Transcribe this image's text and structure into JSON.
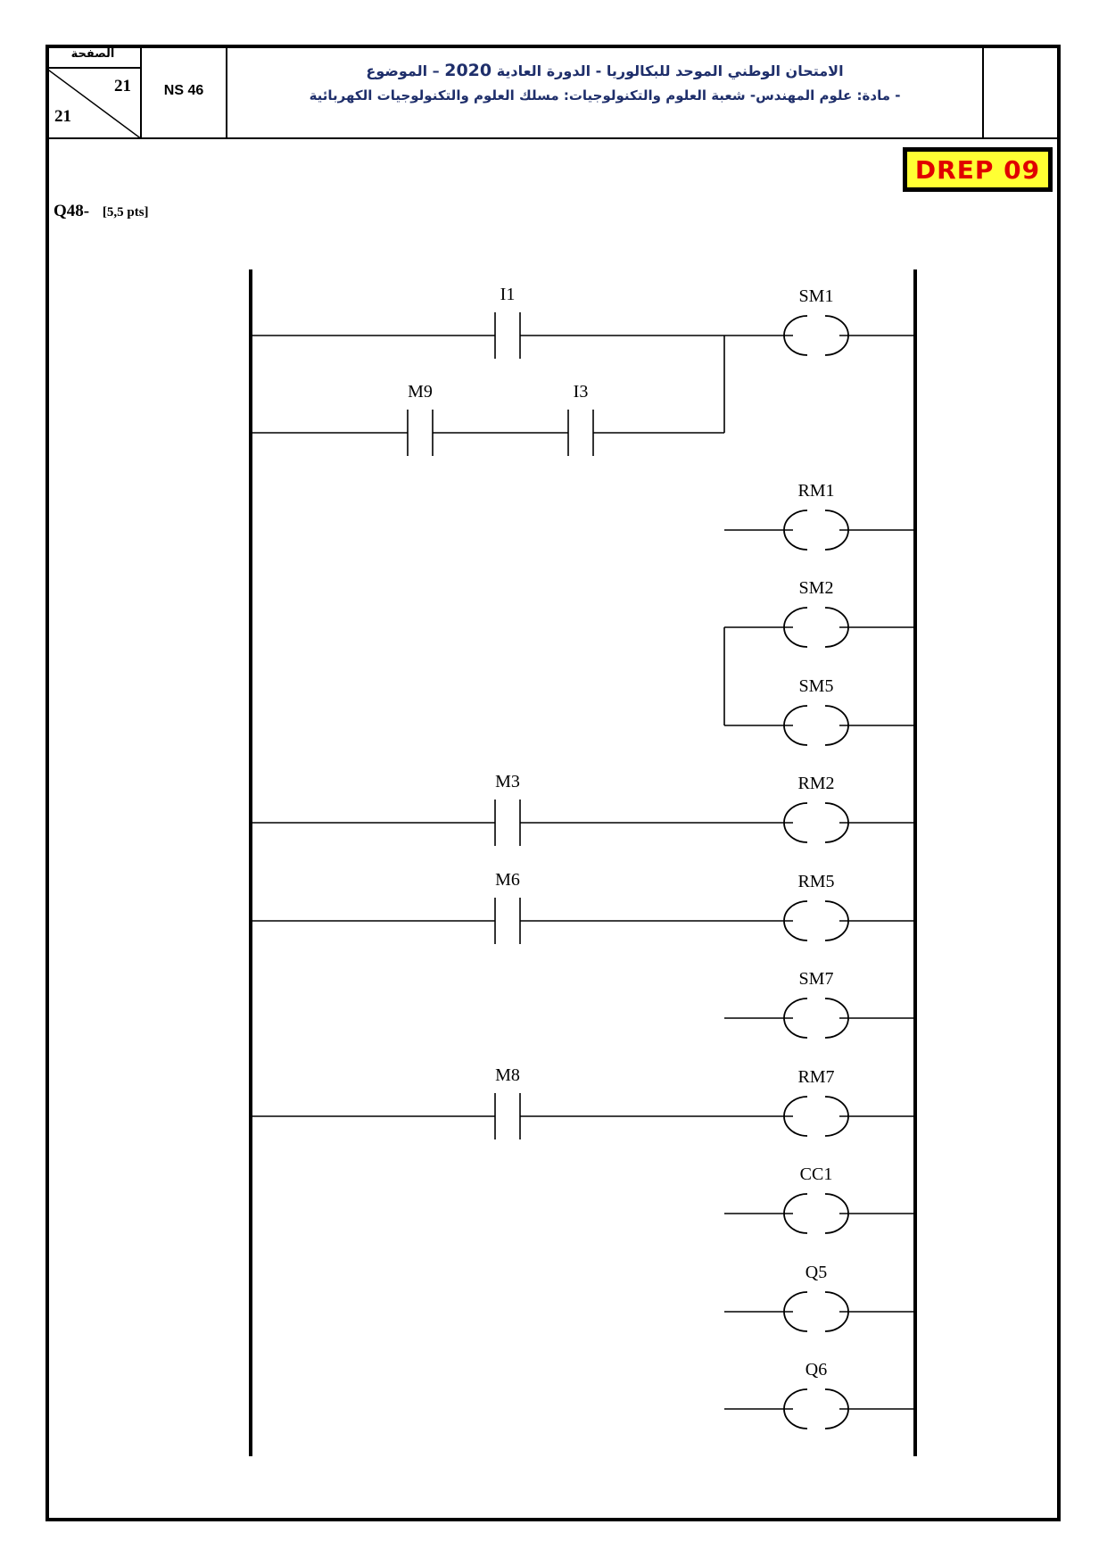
{
  "header": {
    "page_label": "الصفحة",
    "page_number": "21",
    "page_total": "21",
    "code": "NS 46",
    "title_prefix": "الامتحان الوطني الموحد للبكالوريا - الدورة العادية",
    "title_year": "2020",
    "title_suffix": "– الموضوع",
    "subtitle": "- مادة: علوم المهندس- شعبة العلوم والتكنولوجيات: مسلك العلوم والتكنولوجيات الكهربائية"
  },
  "badge": "DREP 09",
  "question": {
    "label": "Q48-",
    "points": "[5,5 pts]"
  },
  "ladder": {
    "rungs": [
      {
        "contacts": [
          "I1"
        ],
        "coil": "SM1"
      },
      {
        "contacts": [
          "M9",
          "I3"
        ],
        "coil": null,
        "parallel_to": "SM1"
      },
      {
        "contacts": [],
        "coil": "RM1"
      },
      {
        "contacts": [],
        "coil": "SM2"
      },
      {
        "contacts": [],
        "coil": "SM5"
      },
      {
        "contacts": [
          "M3"
        ],
        "coil": "RM2"
      },
      {
        "contacts": [
          "M6"
        ],
        "coil": "RM5"
      },
      {
        "contacts": [],
        "coil": "SM7"
      },
      {
        "contacts": [
          "M8"
        ],
        "coil": "RM7"
      },
      {
        "contacts": [],
        "coil": "CC1"
      },
      {
        "contacts": [],
        "coil": "Q5"
      },
      {
        "contacts": [],
        "coil": "Q6"
      }
    ]
  }
}
